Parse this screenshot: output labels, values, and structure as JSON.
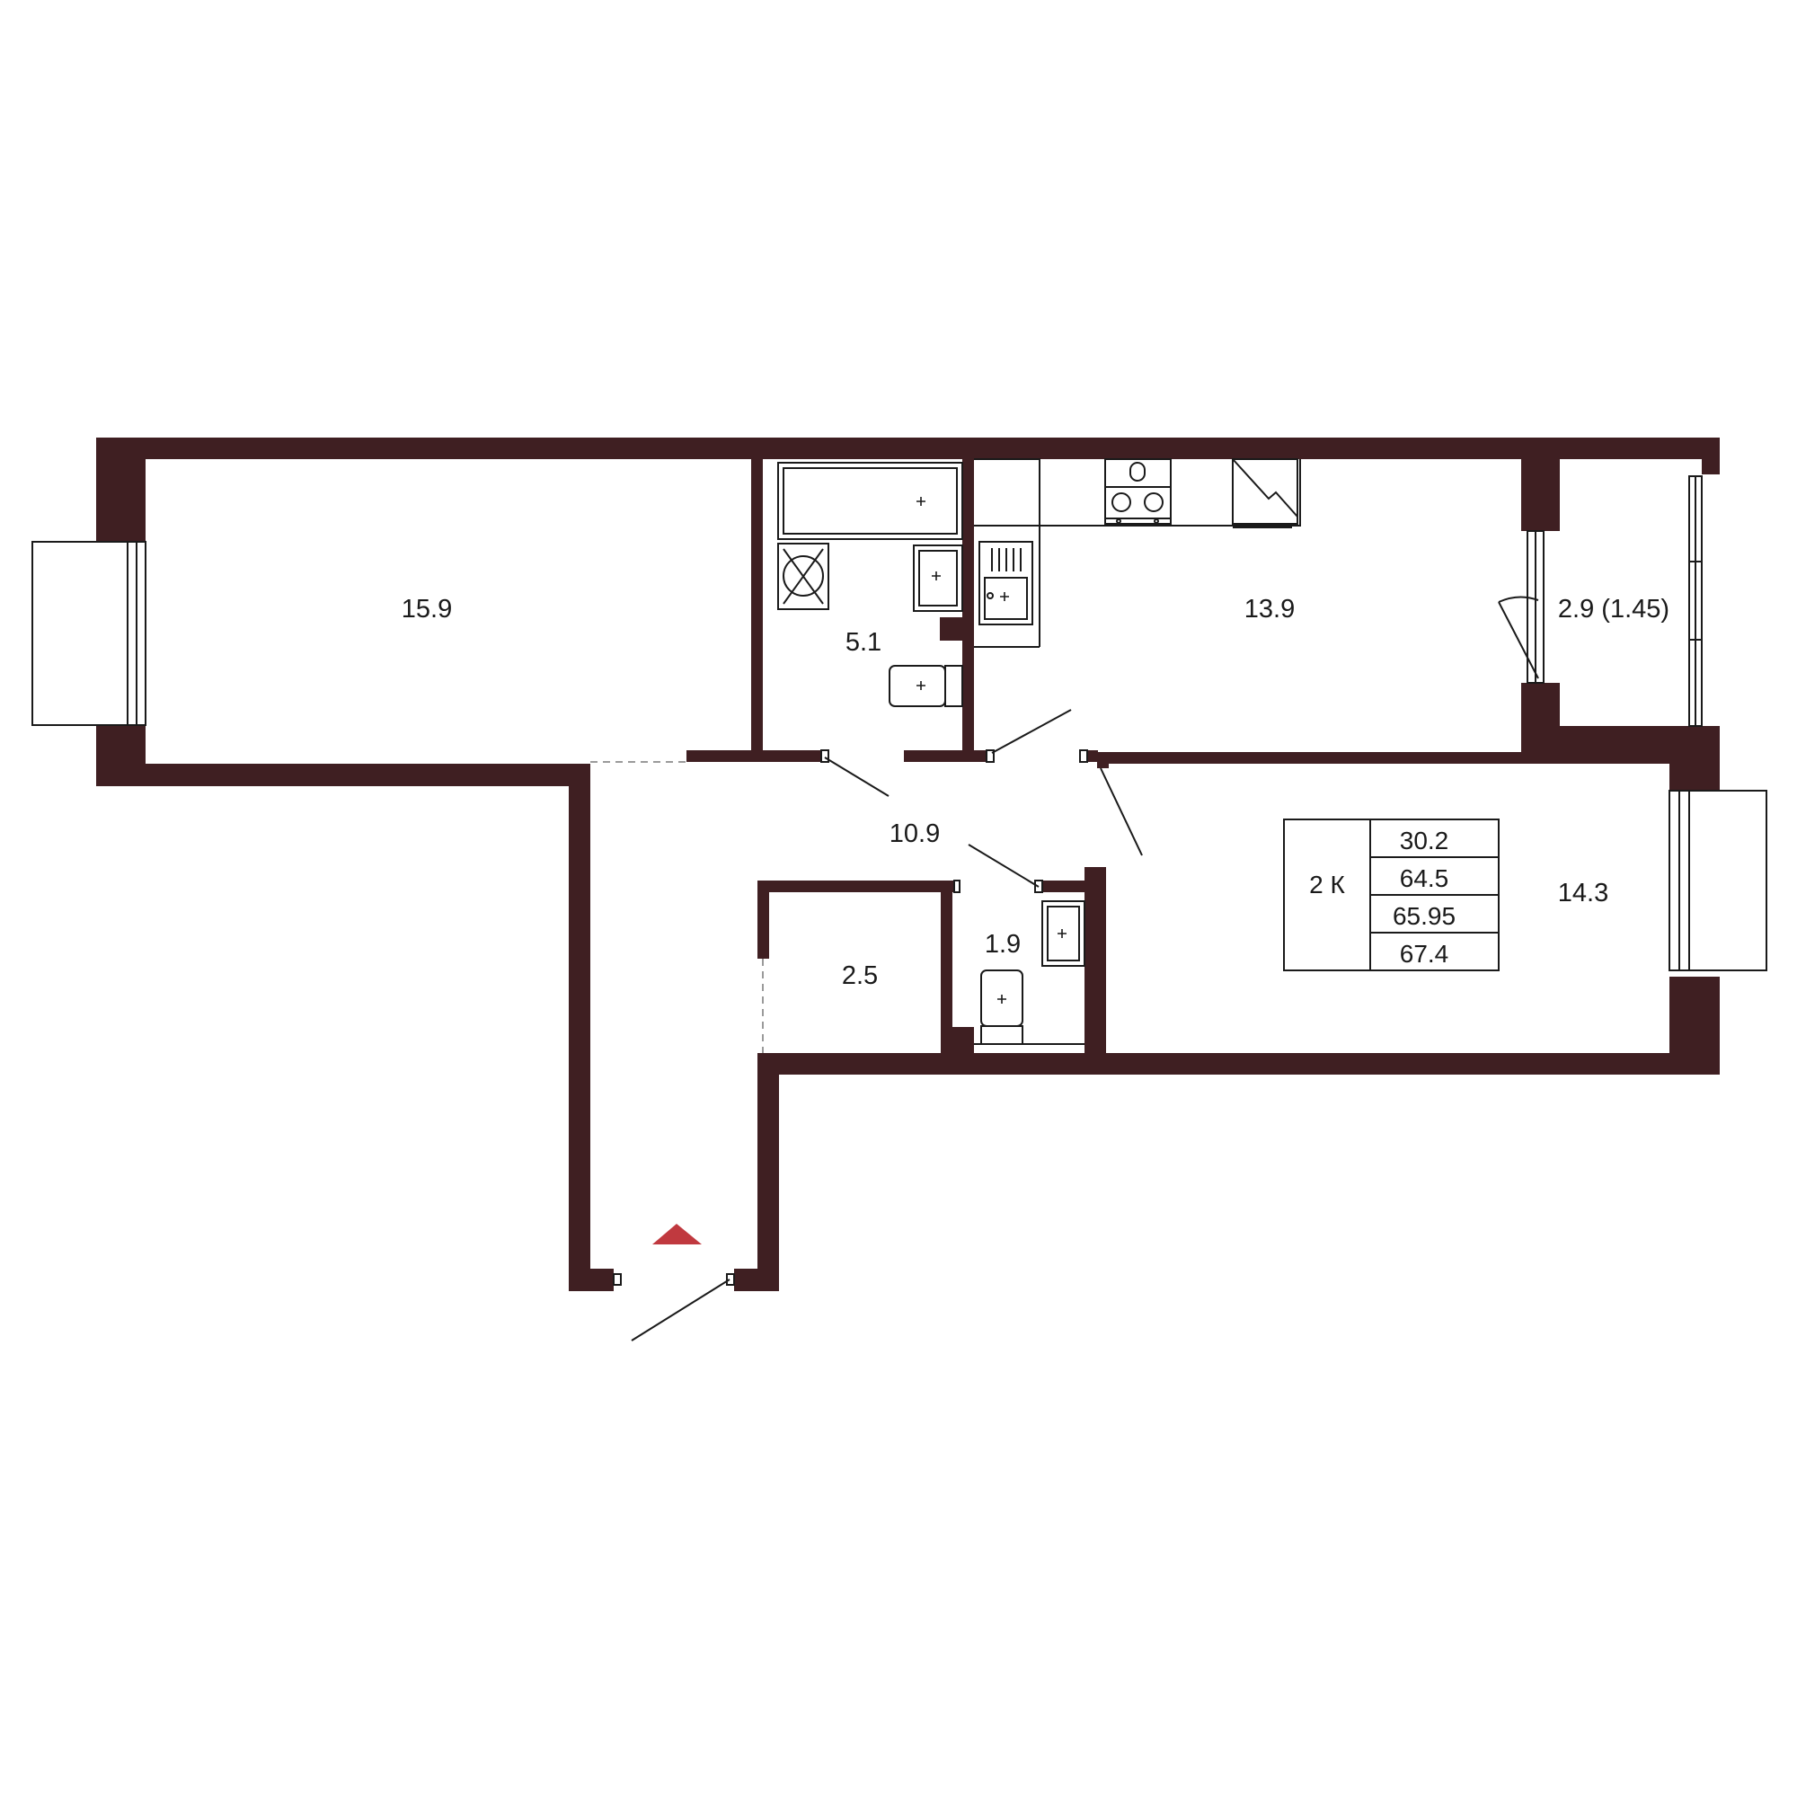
{
  "rooms": {
    "bedroom_left_area": "15.9",
    "bathroom_area": "5.1",
    "kitchen_area": "13.9",
    "balcony_area": "2.9 (1.45)",
    "hall_area": "10.9",
    "storage_area": "2.5",
    "wc_area": "1.9",
    "bedroom_right_area": "14.3"
  },
  "summary": {
    "rooms_label": "2 К",
    "living_area": "30.2",
    "total_area": "64.5",
    "area_with_balcony_half": "65.95",
    "area_with_balcony_full": "67.4"
  },
  "colors": {
    "wall": "#3f1f22",
    "entrance_marker": "#c0393f"
  },
  "icons": [
    "entrance-arrow-icon",
    "ventilation-fan-icon",
    "stove-icon",
    "sink-icon",
    "toilet-icon",
    "bathtub-icon"
  ]
}
